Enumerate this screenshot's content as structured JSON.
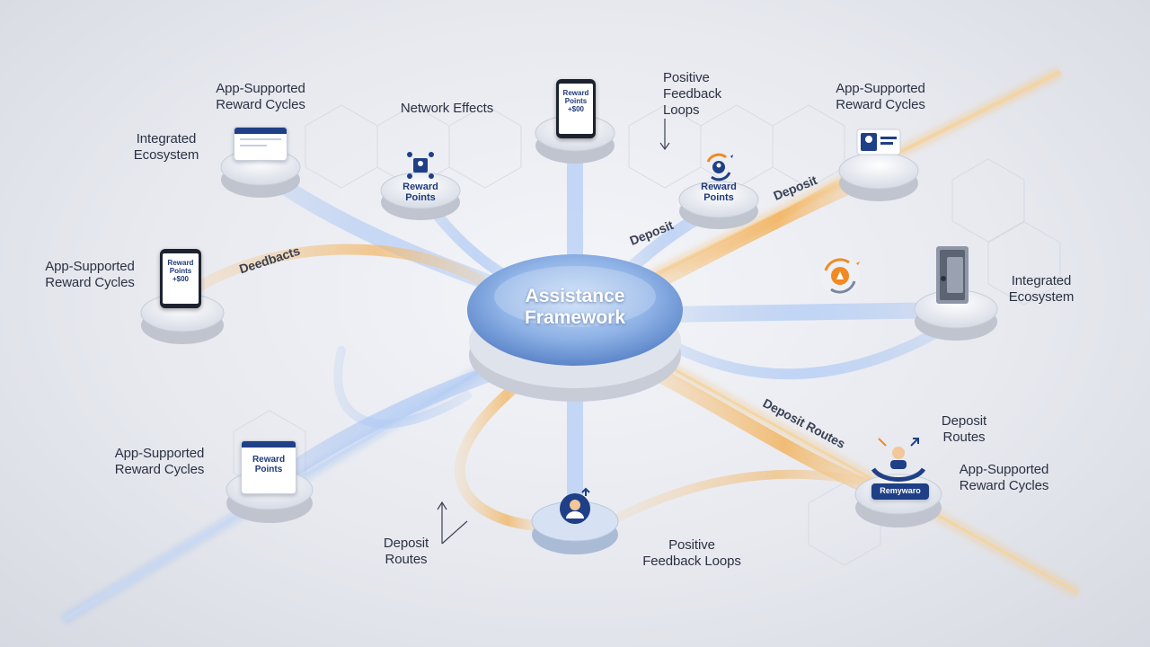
{
  "center": {
    "title": "Assistance\nFramework"
  },
  "labels": {
    "app_cycles_top_left": "App-Supported\nReward Cycles",
    "network_effects": "Network Effects",
    "feedback_loops_top": "Positive\nFeedback\nLoops",
    "app_cycles_top_right": "App-Supported\nReward Cycles",
    "integrated_left": "Integrated\nEcosystem",
    "app_cycles_mid_left": "App-Supported\nReward Cycles",
    "integrated_right": "Integrated\nEcosystem",
    "app_cycles_bottom_left": "App-Supported\nReward Cycles",
    "deposit_routes_right": "Deposit\nRoutes",
    "app_cycles_bottom_right": "App-Supported\nReward Cycles",
    "deposit_routes_bottom": "Deposit\nRoutes",
    "feedback_loops_bottom": "Positive\nFeedback Loops"
  },
  "path_labels": {
    "deedbacts": "Deedbacts",
    "deposit_a": "Deposit",
    "deposit_b": "Deposit",
    "deposit_routes": "Deposit Routes"
  },
  "nodes": {
    "reward_points_a": "Reward\nPoints",
    "reward_points_b": "Reward\nPoints"
  },
  "cards": {
    "phone_top": {
      "title": "Reward\nPoints",
      "value": "+$00"
    },
    "phone_left": {
      "title": "Reward\nPoints",
      "value": "+$00"
    },
    "card_bottom_left": "Reward\nPoints",
    "card_bottom_right": "Remywaro"
  },
  "colors": {
    "accent_blue": "#1f3f86",
    "stream_blue": "#7aa7e8",
    "stream_orange": "#f0b766",
    "orange_icon": "#f08a24"
  }
}
